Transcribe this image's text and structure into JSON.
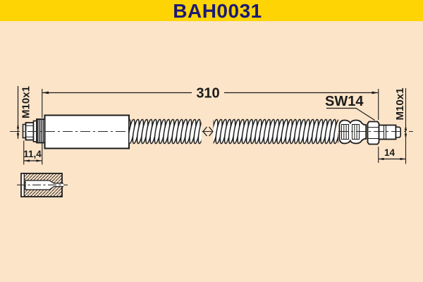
{
  "banner": {
    "title": "BAH0031"
  },
  "colors": {
    "banner_bg": "#FFD405",
    "title_text": "#1B1A75",
    "page_bg": "#FCE4C9",
    "line": "#1B1B1B",
    "part_fill": "#FFFFFF"
  },
  "drawing": {
    "dim_overall_length": "310",
    "dim_left_fitting_length": "11,4",
    "dim_right_thread_length": "14",
    "label_left_thread": "M10x1",
    "label_right_thread": "M10x1",
    "label_hex_wrench": "SW14"
  }
}
